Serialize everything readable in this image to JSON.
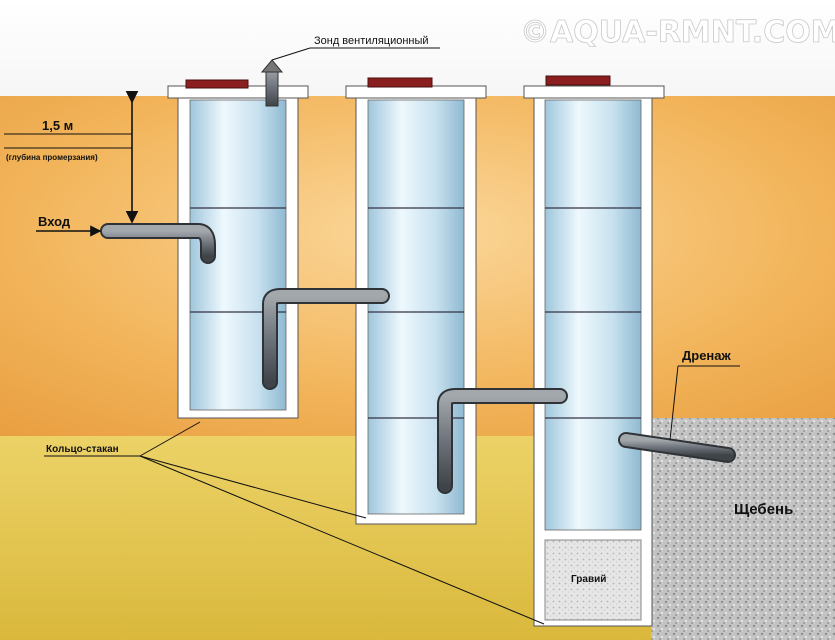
{
  "watermark": "©AQUA-RMNT.COM",
  "labels": {
    "vent_probe": "Зонд вентиляционный",
    "depth_value": "1,5 м",
    "depth_note": "(глубина промерзания)",
    "inlet": "Вход",
    "ring_cup": "Кольцо-стакан",
    "drainage": "Дренаж",
    "gravel_small": "Гравий",
    "crushed_stone": "Щебень"
  },
  "colors": {
    "upper_soil": "#f2b45a",
    "lower_soil": "#e6c94e",
    "crushed_stone": "#bdbdbd",
    "ring_water": "#cfe6f2",
    "pipe": "#6d737a",
    "lid": "#8b1f1f",
    "watermark": "#ffffff"
  }
}
